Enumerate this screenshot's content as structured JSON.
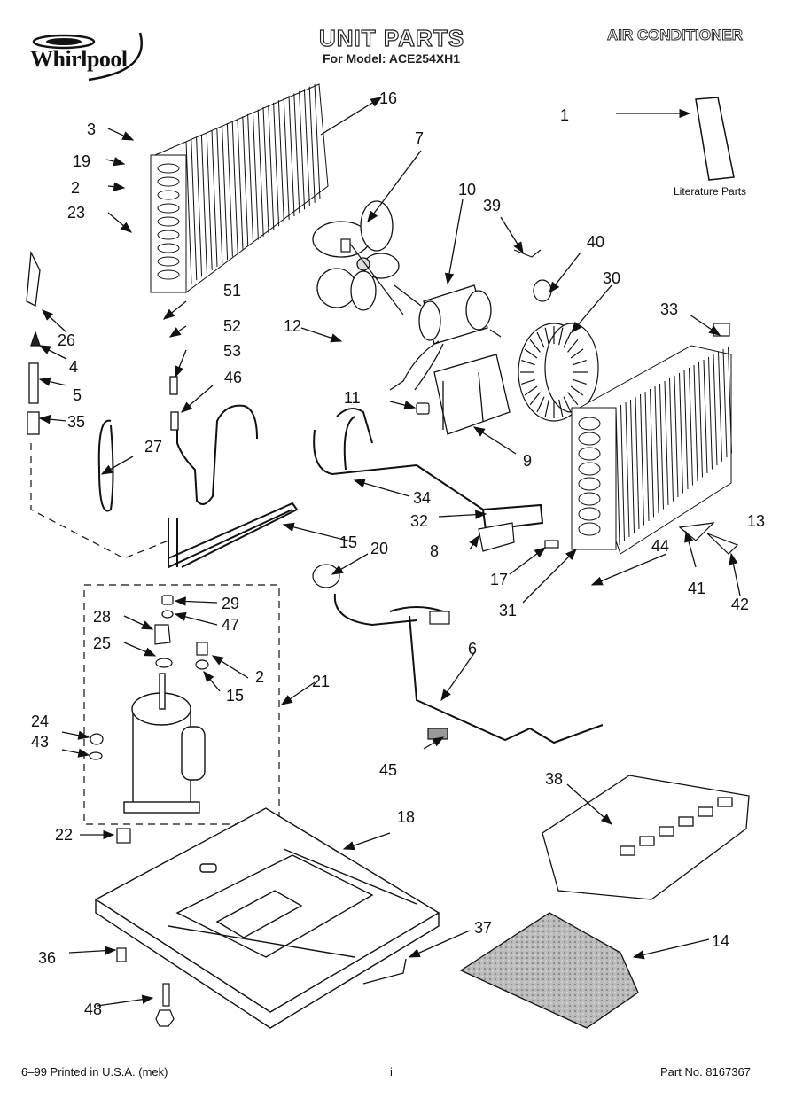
{
  "header": {
    "brand": "Whirlpool",
    "title": "UNIT PARTS",
    "subtitle": "For Model: ACE254XH1",
    "category": "AIR CONDITIONER"
  },
  "labels": {
    "literature": "Literature Parts"
  },
  "callouts": {
    "c1": "1",
    "c2a": "2",
    "c2b": "2",
    "c3": "3",
    "c4": "4",
    "c5": "5",
    "c6": "6",
    "c7": "7",
    "c8": "8",
    "c9": "9",
    "c10": "10",
    "c11": "11",
    "c12": "12",
    "c13": "13",
    "c14": "14",
    "c15a": "15",
    "c15b": "15",
    "c16": "16",
    "c17": "17",
    "c18": "18",
    "c19": "19",
    "c20": "20",
    "c21": "21",
    "c22": "22",
    "c23": "23",
    "c24": "24",
    "c25": "25",
    "c26": "26",
    "c27": "27",
    "c28": "28",
    "c29": "29",
    "c30": "30",
    "c31": "31",
    "c32": "32",
    "c33": "33",
    "c34": "34",
    "c35": "35",
    "c36": "36",
    "c37": "37",
    "c38": "38",
    "c39": "39",
    "c40": "40",
    "c41": "41",
    "c42": "42",
    "c43": "43",
    "c44": "44",
    "c45": "45",
    "c46": "46",
    "c47": "47",
    "c48": "48",
    "c51": "51",
    "c52": "52",
    "c53": "53"
  },
  "footer": {
    "left": "6–99 Printed in U.S.A. (mek)",
    "center": "i",
    "right": "Part No. 8167367"
  }
}
